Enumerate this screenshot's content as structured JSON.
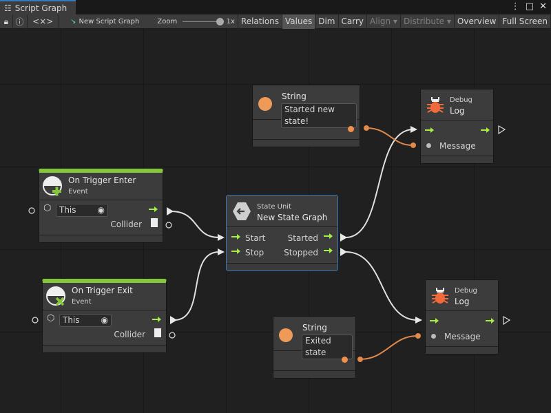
{
  "window": {
    "tab_title": "Script Graph"
  },
  "toolbar": {
    "graph_name": "New Script Graph",
    "zoom_label": "Zoom",
    "zoom_value": "1x",
    "zoom_level": 1.0,
    "buttons": [
      {
        "label": "Relations"
      },
      {
        "label": "Values"
      },
      {
        "label": "Dim"
      },
      {
        "label": "Carry"
      },
      {
        "label": "Align"
      },
      {
        "label": "Distribute"
      },
      {
        "label": "Overview"
      },
      {
        "label": "Full Screen"
      }
    ]
  },
  "colors": {
    "event_bar": "#86c63a",
    "flow_arrow": "#a6f043",
    "string_port": "#f0904a",
    "selection": "#3a79bb",
    "debug_icon": "#f06a3c"
  },
  "nodes": {
    "trigger_enter": {
      "title": "On Trigger Enter",
      "subtitle": "Event",
      "target": "This",
      "output": "Collider"
    },
    "trigger_exit": {
      "title": "On Trigger Exit",
      "subtitle": "Event",
      "target": "This",
      "output": "Collider"
    },
    "string1": {
      "title": "String",
      "value": "Started new state!"
    },
    "string2": {
      "title": "String",
      "value": "Exited state"
    },
    "state_unit": {
      "subtitle": "State Unit",
      "title": "New  State  Graph",
      "in1": "Start",
      "in2": "Stop",
      "out1": "Started",
      "out2": "Stopped"
    },
    "debug1": {
      "subtitle": "Debug",
      "title": "Log",
      "input": "Message"
    },
    "debug2": {
      "subtitle": "Debug",
      "title": "Log",
      "input": "Message"
    }
  }
}
